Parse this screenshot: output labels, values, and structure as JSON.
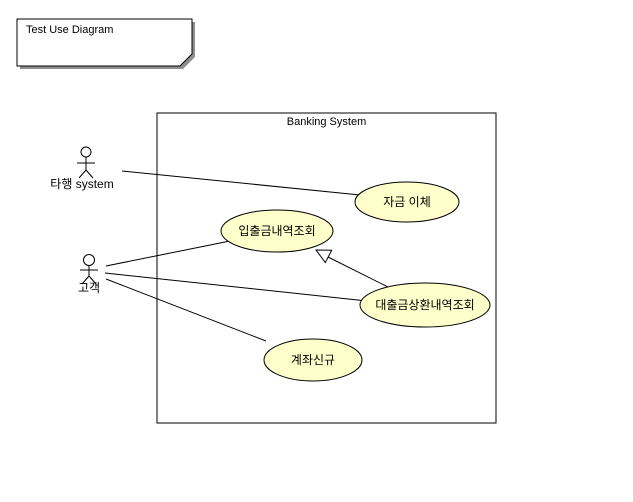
{
  "note": {
    "title": "Test Use Diagram"
  },
  "system": {
    "title": "Banking System"
  },
  "actors": [
    {
      "id": "other-bank-system",
      "label": "타행 system"
    },
    {
      "id": "customer",
      "label": "고객"
    }
  ],
  "use_cases": [
    {
      "id": "fund-transfer",
      "label": "자금 이체"
    },
    {
      "id": "deposit-withdrawal-history",
      "label": "입출금내역조회"
    },
    {
      "id": "loan-repayment-history",
      "label": "대출금상환내역조회"
    },
    {
      "id": "new-account",
      "label": "계좌신규"
    }
  ],
  "relations": [
    {
      "from": "타행 system",
      "to": "자금 이체",
      "type": "association"
    },
    {
      "from": "고객",
      "to": "입출금내역조회",
      "type": "association"
    },
    {
      "from": "고객",
      "to": "대출금상환내역조회",
      "type": "association"
    },
    {
      "from": "고객",
      "to": "계좌신규",
      "type": "association"
    },
    {
      "from": "대출금상환내역조회",
      "to": "입출금내역조회",
      "type": "generalization"
    }
  ],
  "colors": {
    "background": "#ffffff",
    "use_case_fill": "#ffffcc",
    "stroke": "#000000",
    "note_shadow": "#8f8f8f"
  }
}
